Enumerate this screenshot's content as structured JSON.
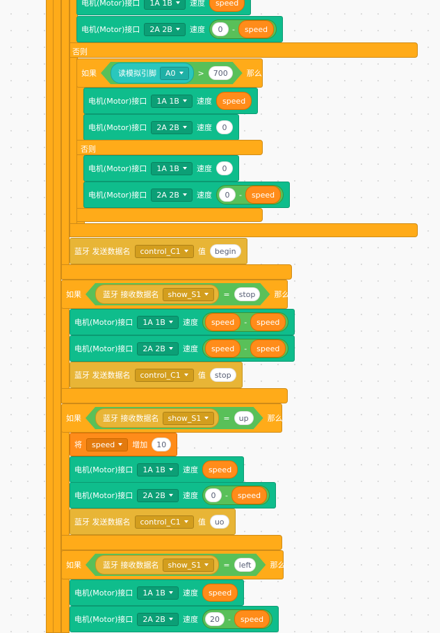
{
  "labels": {
    "motor_port": "电机(Motor)接口",
    "speed_label": "速度",
    "if_label": "如果",
    "then_label": "那么",
    "else_label": "否则",
    "bt_send": "蓝牙 发送数据名",
    "value_label": "值",
    "bt_receive": "蓝牙 接收数据名",
    "read_analog": "读模拟引脚",
    "set_label": "将",
    "increase_label": "增加",
    "minus": "-",
    "equals": "=",
    "greater": ">"
  },
  "values": {
    "port_1a1b": "1A 1B",
    "port_2a2b": "2A 2B",
    "speed_var": "speed",
    "zero": "0",
    "pin_a0": "A0",
    "threshold": "700",
    "control_c1": "control_C1",
    "show_s1": "show_S1",
    "msg_begin": "begin",
    "msg_stop": "stop",
    "msg_up": "up",
    "msg_uo": "uo",
    "msg_left": "left",
    "inc_amount": "10",
    "twenty": "20"
  }
}
